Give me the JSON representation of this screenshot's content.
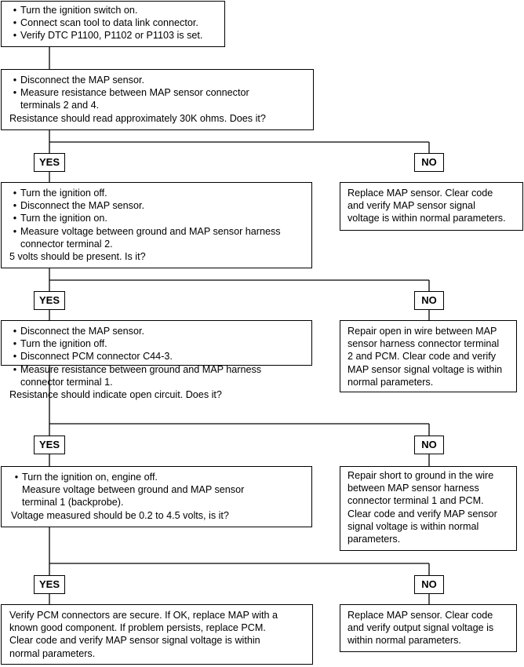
{
  "step1": [
    {
      "text": "Turn the ignition switch on.",
      "bullet": true
    },
    {
      "text": "Connect scan tool to data link connector.",
      "bullet": true
    },
    {
      "text": "Verify DTC P1100, P1102 or P1103 is set.",
      "bullet": true
    }
  ],
  "step2": [
    {
      "text": "Disconnect the MAP sensor.",
      "bullet": true
    },
    {
      "text": "Measure resistance between MAP sensor connector",
      "bullet": true
    },
    {
      "text": "terminals 2 and 4.",
      "indent": true
    },
    {
      "text": "Resistance should read approximately 30K ohms. Does it?"
    }
  ],
  "step3": [
    {
      "text": "Turn the ignition off.",
      "bullet": true
    },
    {
      "text": "Disconnect the MAP sensor.",
      "bullet": true
    },
    {
      "text": "Turn the ignition on.",
      "bullet": true
    },
    {
      "text": "Measure voltage between ground and MAP sensor harness",
      "bullet": true
    },
    {
      "text": "connector terminal 2.",
      "indent": true
    },
    {
      "text": "5 volts should be present. Is it?"
    }
  ],
  "step3_no": [
    {
      "text": "Replace MAP sensor. Clear code"
    },
    {
      "text": "and verify MAP sensor signal"
    },
    {
      "text": "voltage is within normal parameters."
    }
  ],
  "step4": [
    {
      "text": "Disconnect the MAP sensor.",
      "bullet": true
    },
    {
      "text": "Turn the ignition off.",
      "bullet": true
    },
    {
      "text": "Disconnect PCM connector C44-3.",
      "bullet": true
    },
    {
      "text": "Measure resistance between ground and MAP harness",
      "bullet": true
    },
    {
      "text": "connector terminal 1.",
      "indent": true
    },
    {
      "text": "Resistance should indicate open circuit. Does it?"
    }
  ],
  "step4_no": [
    {
      "text": "Repair open in wire between MAP"
    },
    {
      "text": "sensor harness connector terminal"
    },
    {
      "text": "2 and PCM. Clear code and verify"
    },
    {
      "text": "MAP sensor signal voltage is within"
    },
    {
      "text": "normal parameters."
    }
  ],
  "step5": [
    {
      "text": "Turn the ignition on, engine off.",
      "bullet": true
    },
    {
      "text": "Measure voltage between ground and MAP sensor",
      "indent": true
    },
    {
      "text": "terminal 1 (backprobe).",
      "indent": true
    },
    {
      "text": "Voltage measured should be 0.2 to 4.5 volts, is it?"
    }
  ],
  "step5_no": [
    {
      "text": "Repair short to ground in the wire"
    },
    {
      "text": "between MAP sensor harness"
    },
    {
      "text": "connector terminal 1 and PCM."
    },
    {
      "text": "Clear code and verify MAP sensor"
    },
    {
      "text": "signal voltage is within normal"
    },
    {
      "text": "parameters."
    }
  ],
  "step6_yes": [
    {
      "text": "Verify PCM connectors are secure. If OK, replace MAP with a"
    },
    {
      "text": "known good component. If problem persists, replace PCM."
    },
    {
      "text": "Clear code and verify MAP sensor signal voltage is within"
    },
    {
      "text": "normal parameters."
    }
  ],
  "step6_no": [
    {
      "text": "Replace MAP sensor. Clear code"
    },
    {
      "text": "and verify output signal voltage is"
    },
    {
      "text": "within normal parameters."
    }
  ],
  "labels": {
    "yes": "YES",
    "no": "NO"
  }
}
